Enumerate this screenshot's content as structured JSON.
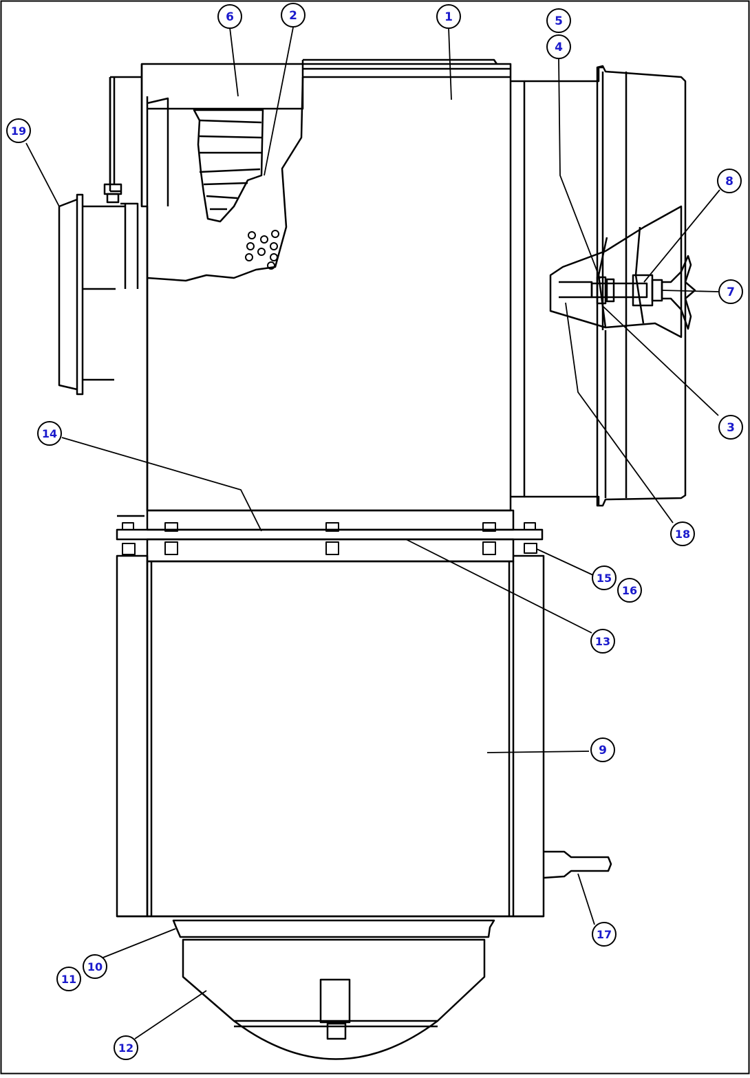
{
  "diagram": {
    "callouts": [
      {
        "id": "c1",
        "label": "1"
      },
      {
        "id": "c2",
        "label": "2"
      },
      {
        "id": "c3",
        "label": "3"
      },
      {
        "id": "c4",
        "label": "4"
      },
      {
        "id": "c5",
        "label": "5"
      },
      {
        "id": "c6",
        "label": "6"
      },
      {
        "id": "c7",
        "label": "7"
      },
      {
        "id": "c8",
        "label": "8"
      },
      {
        "id": "c9",
        "label": "9"
      },
      {
        "id": "c10",
        "label": "10"
      },
      {
        "id": "c11",
        "label": "11"
      },
      {
        "id": "c12",
        "label": "12"
      },
      {
        "id": "c13",
        "label": "13"
      },
      {
        "id": "c14",
        "label": "14"
      },
      {
        "id": "c15",
        "label": "15"
      },
      {
        "id": "c16",
        "label": "16"
      },
      {
        "id": "c17",
        "label": "17"
      },
      {
        "id": "c18",
        "label": "18"
      },
      {
        "id": "c19",
        "label": "19"
      }
    ],
    "colors": {
      "line": "#000000",
      "callout_text": "#1a1acc",
      "callout_fill": "#ffffff",
      "background": "#ffffff"
    }
  }
}
